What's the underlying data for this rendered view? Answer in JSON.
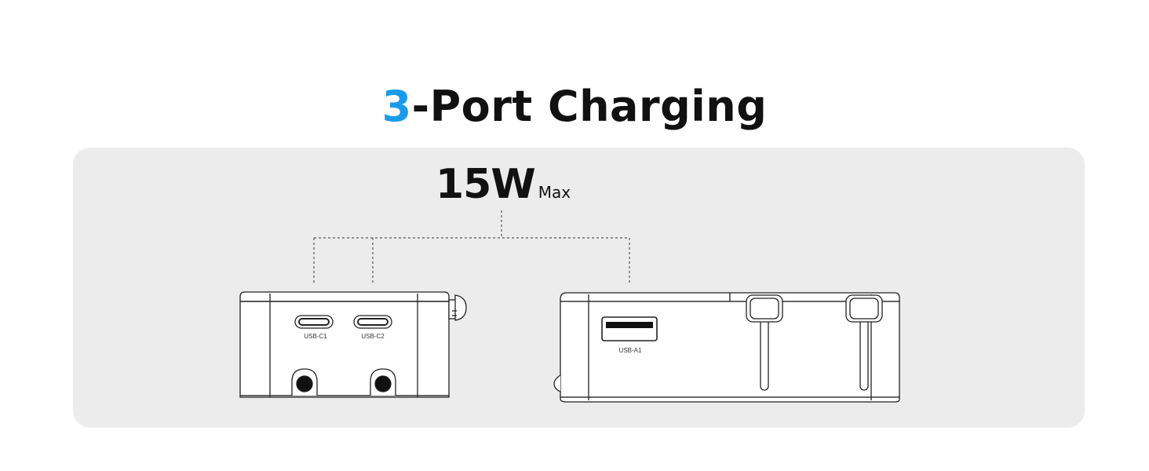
{
  "title": {
    "number": "3",
    "text": "-Port Charging"
  },
  "power": {
    "value": "15W",
    "unit": "Max"
  },
  "ports": {
    "c1": "USB-C1",
    "c2": "USB-C2",
    "a1": "USB-A1"
  },
  "colors": {
    "accent": "#1a9be8",
    "panel": "#ececec",
    "ink": "#111111"
  }
}
